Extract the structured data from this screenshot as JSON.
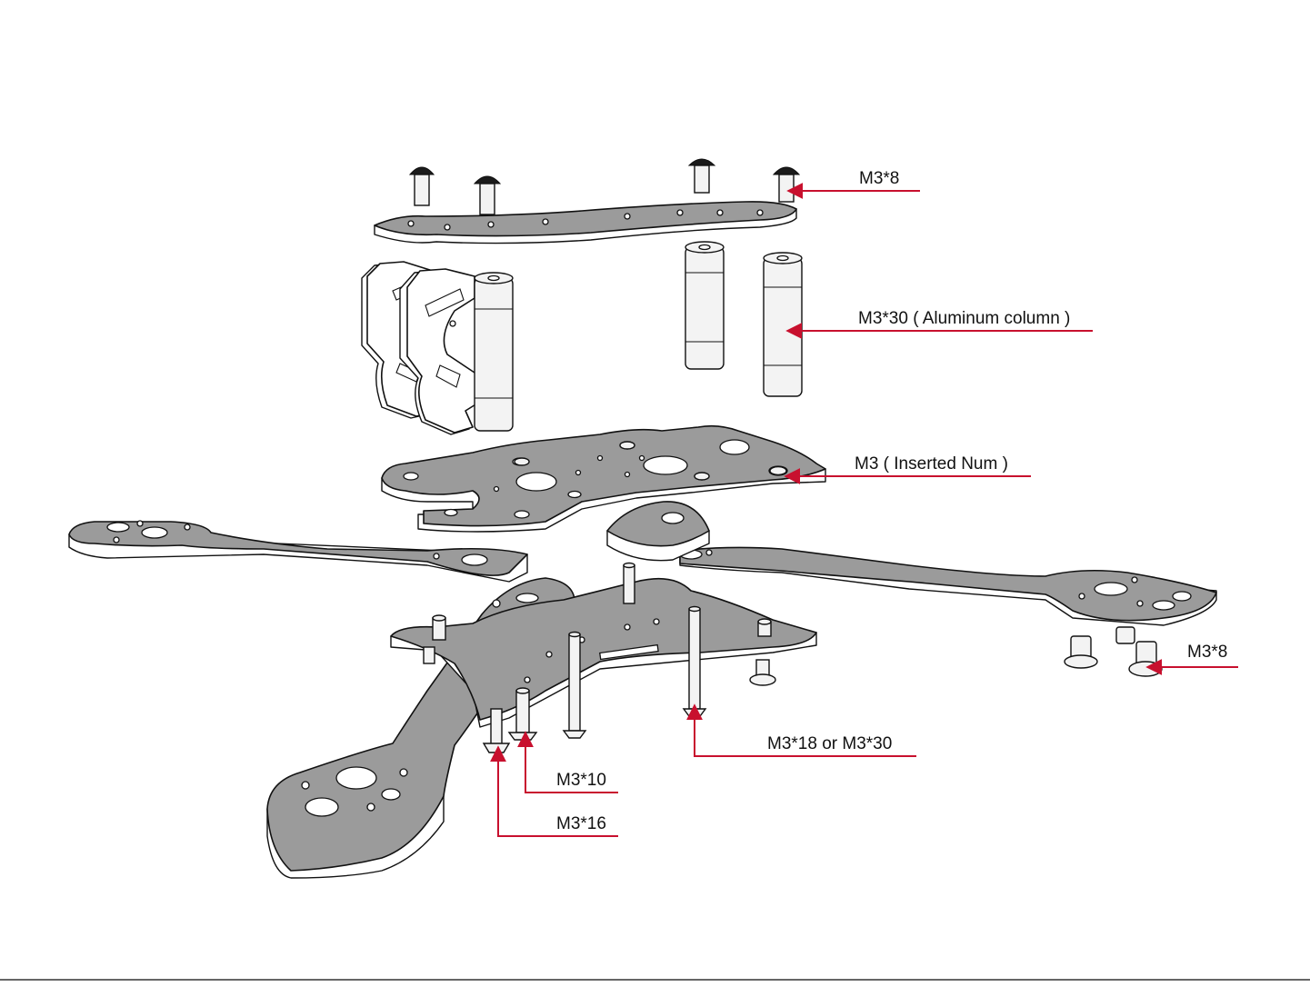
{
  "labels": {
    "top_screw": "M3*8",
    "standoff": "M3*30 ( Aluminum column )",
    "insert_nut": "M3 ( Inserted Num )",
    "arm_screw": "M3*8",
    "long_screw": "M3*18 or M3*30",
    "screw_10": "M3*10",
    "screw_16": "M3*16"
  },
  "colors": {
    "leader": "#c8102e",
    "plate": "#9b9b9b",
    "edge": "#ffffff"
  }
}
